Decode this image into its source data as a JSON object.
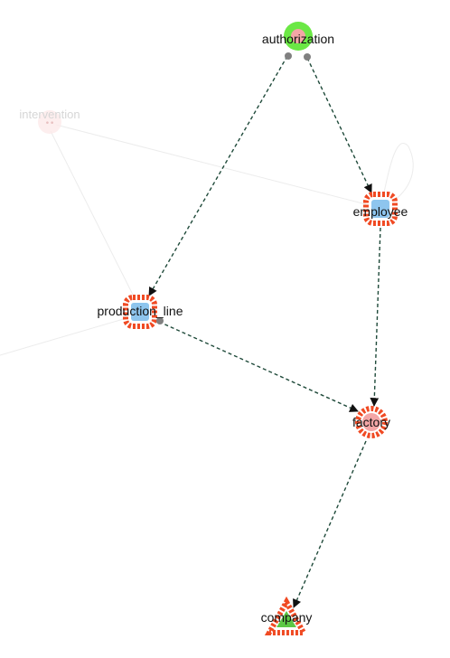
{
  "graph": {
    "nodes": [
      {
        "id": "authorization",
        "label": "authorization",
        "shape": "circle",
        "faded": false
      },
      {
        "id": "intervention",
        "label": "intervention",
        "shape": "circle",
        "faded": true
      },
      {
        "id": "employee",
        "label": "employee",
        "shape": "gear-square",
        "faded": false
      },
      {
        "id": "production_line",
        "label": "production_line",
        "shape": "gear-square",
        "faded": false
      },
      {
        "id": "factory",
        "label": "factory",
        "shape": "gear-circle",
        "faded": false
      },
      {
        "id": "company",
        "label": "company",
        "shape": "triangle",
        "faded": false
      }
    ],
    "edges": [
      {
        "from": "authorization",
        "to": "production_line",
        "style": "dashed-arrow"
      },
      {
        "from": "authorization",
        "to": "employee",
        "style": "dashed-arrow"
      },
      {
        "from": "employee",
        "to": "factory",
        "style": "dashed-arrow"
      },
      {
        "from": "production_line",
        "to": "factory",
        "style": "dashed-arrow"
      },
      {
        "from": "factory",
        "to": "company",
        "style": "dashed-arrow"
      },
      {
        "from": "intervention",
        "to": "employee",
        "style": "faint-line"
      },
      {
        "from": "intervention",
        "to": "production_line",
        "style": "faint-line"
      },
      {
        "from": "employee",
        "to": "employee",
        "style": "faint-loop"
      }
    ],
    "colors": {
      "edge": "#1f4a3a",
      "faint_edge": "#ececec",
      "gear": "#f04a23",
      "square_fill": "#8ec5ee",
      "circle_green": "#6be845",
      "circle_pink": "#f4a6a6",
      "handle": "#808080"
    }
  }
}
